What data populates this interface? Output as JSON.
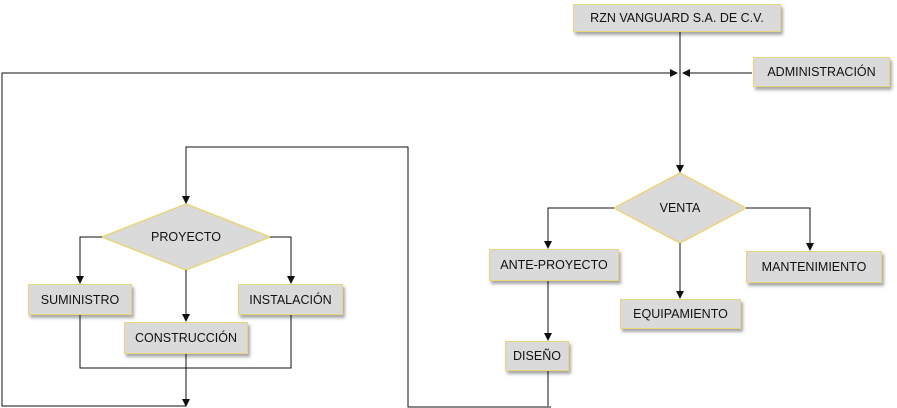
{
  "nodes": {
    "company": "RZN VANGUARD S.A. DE C.V.",
    "admin": "ADMINISTRACIÓN",
    "venta": "VENTA",
    "anteproyecto": "ANTE-PROYECTO",
    "equipamiento": "EQUIPAMIENTO",
    "mantenimiento": "MANTENIMIENTO",
    "diseno": "DISEÑO",
    "proyecto": "PROYECTO",
    "suministro": "SUMINISTRO",
    "construccion": "CONSTRUCCIÓN",
    "instalacion": "INSTALACIÓN"
  },
  "colors": {
    "fill": "#dadada",
    "border": "#e9d57c",
    "line": "#111111"
  }
}
